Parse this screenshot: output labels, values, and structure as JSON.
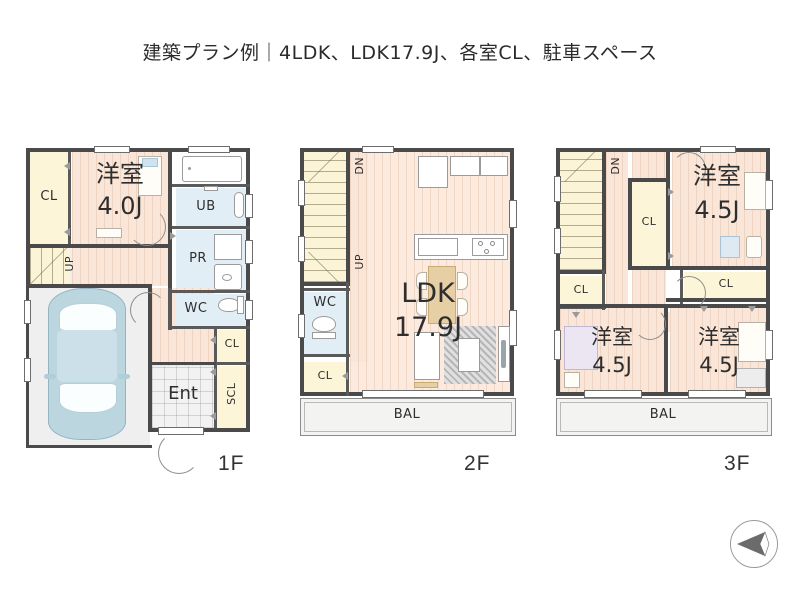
{
  "page": {
    "title": "建築プラン例｜4LDK、LDK17.9J、各室CL、駐車スペース",
    "background_color": "#ffffff"
  },
  "colors": {
    "wall": "#4a4a4a",
    "wood_floor": "#fae6d8",
    "closet_floor": "#fdf5d8",
    "water_room_floor": "#e2eef6",
    "balcony_floor": "#f2f2f0",
    "car_body": "#bcd6e0",
    "text": "#2e2e2e"
  },
  "floors": [
    {
      "id": "1f",
      "label": "1F",
      "rooms": [
        {
          "name": "closet-1f-bedroom",
          "label": "CL",
          "type": "closet"
        },
        {
          "name": "bedroom-1f",
          "label": "洋室",
          "size": "4.0J",
          "type": "bedroom"
        },
        {
          "name": "unit-bath",
          "label": "UB",
          "type": "bath"
        },
        {
          "name": "powder-room",
          "label": "PR",
          "type": "water"
        },
        {
          "name": "toilet-1f",
          "label": "WC",
          "type": "water"
        },
        {
          "name": "closet-1f-hall",
          "label": "CL",
          "type": "closet"
        },
        {
          "name": "shoe-closet",
          "label": "SCL",
          "type": "closet"
        },
        {
          "name": "entrance",
          "label": "Ent",
          "type": "entrance"
        },
        {
          "name": "stairs-1f",
          "label": "UP",
          "type": "stairs"
        },
        {
          "name": "parking-space",
          "label": "",
          "type": "parking"
        }
      ]
    },
    {
      "id": "2f",
      "label": "2F",
      "rooms": [
        {
          "name": "ldk",
          "label": "LDK",
          "size": "17.9J",
          "type": "ldk"
        },
        {
          "name": "toilet-2f",
          "label": "WC",
          "type": "water"
        },
        {
          "name": "closet-2f",
          "label": "CL",
          "type": "closet"
        },
        {
          "name": "stairs-2f-down",
          "label": "DN",
          "type": "stairs"
        },
        {
          "name": "stairs-2f-up",
          "label": "UP",
          "type": "stairs"
        },
        {
          "name": "balcony-2f",
          "label": "BAL",
          "type": "balcony"
        }
      ]
    },
    {
      "id": "3f",
      "label": "3F",
      "rooms": [
        {
          "name": "bedroom-3f-north",
          "label": "洋室",
          "size": "4.5J",
          "type": "bedroom"
        },
        {
          "name": "bedroom-3f-southwest",
          "label": "洋室",
          "size": "4.5J",
          "type": "bedroom"
        },
        {
          "name": "bedroom-3f-southeast",
          "label": "洋室",
          "size": "4.5J",
          "type": "bedroom"
        },
        {
          "name": "closet-3f-center",
          "label": "CL",
          "type": "closet"
        },
        {
          "name": "closet-3f-west",
          "label": "CL",
          "type": "closet"
        },
        {
          "name": "closet-3f-east",
          "label": "CL",
          "type": "closet"
        },
        {
          "name": "stairs-3f-down",
          "label": "DN",
          "type": "stairs"
        },
        {
          "name": "balcony-3f",
          "label": "BAL",
          "type": "balcony"
        }
      ]
    }
  ],
  "compass": {
    "name": "direction-compass",
    "pointing": "west"
  }
}
